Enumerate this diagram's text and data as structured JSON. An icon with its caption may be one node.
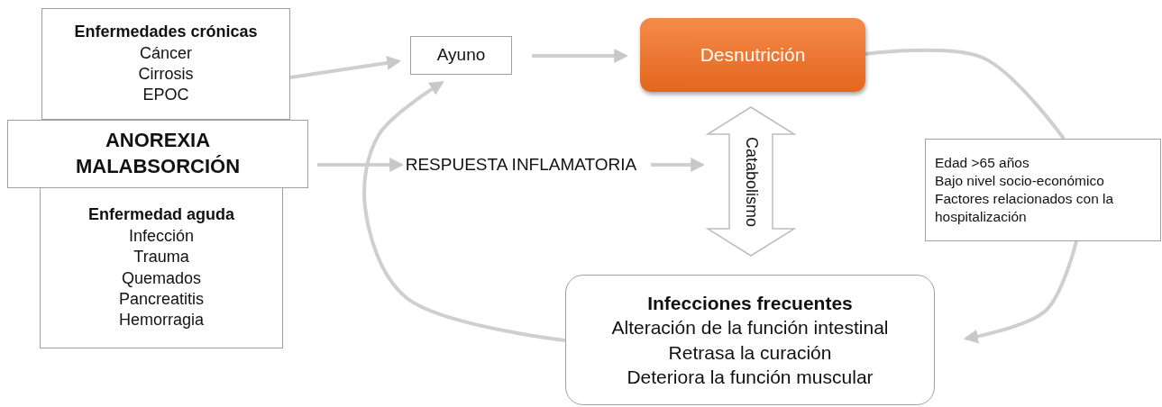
{
  "diagram": {
    "nodes": [
      {
        "text": [
          "Enfermedades crónicas",
          "Cáncer",
          "Cirrosis",
          "EPOC"
        ]
      },
      {
        "text": [
          "ANOREXIA MALABSORCIÓN"
        ]
      },
      {
        "text": [
          "Enfermedad aguda",
          "Infección",
          "Trauma",
          "Quemados",
          "Pancreatitis",
          "Hemorragia"
        ]
      },
      {
        "text": [
          "Ayuno"
        ]
      },
      {
        "text": [
          "Desnutrición"
        ]
      },
      {
        "text": [
          "RESPUESTA INFLAMATORIA"
        ]
      },
      {
        "text": [
          "Edad >65 años",
          "Bajo nivel socio-económico",
          "Factores relacionados con la hospitalización"
        ]
      },
      {
        "text": [
          "Infecciones frecuentes",
          "Alteración de la función intestinal",
          "Retrasa la curación",
          "Deteriora la función muscular"
        ]
      }
    ],
    "edges": [
      {
        "from": 0,
        "to": 3,
        "arrow": "to"
      },
      {
        "from": 1,
        "to": 5,
        "arrow": "to"
      },
      {
        "from": 3,
        "to": 4,
        "arrow": "to"
      },
      {
        "from": 5,
        "to": null,
        "arrow": "to"
      },
      {
        "from": 4,
        "to": 7,
        "arrow": "both",
        "label": "Catabolismo"
      },
      {
        "from": 4,
        "to": 6,
        "arrow": "none"
      },
      {
        "from": 6,
        "to": 7,
        "arrow": "to"
      },
      {
        "from": 7,
        "to": 3,
        "arrow": "to"
      }
    ]
  }
}
